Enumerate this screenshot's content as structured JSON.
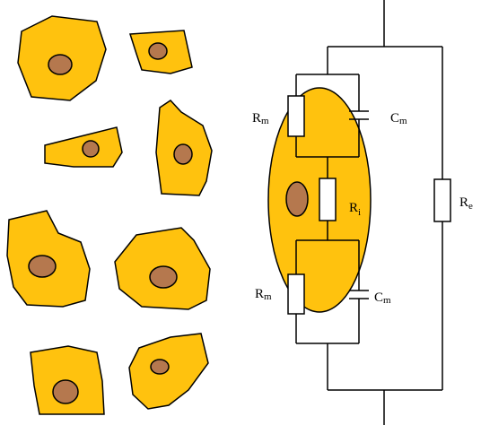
{
  "colors": {
    "cell_fill": "#FFC20E",
    "nucleus_fill": "#B5784E",
    "outline": "#000000",
    "background": "#FFFFFF"
  },
  "cells": {
    "count": 8
  },
  "circuit": {
    "membrane_resistance_top": {
      "main": "R",
      "sub": "m"
    },
    "membrane_capacitance_top": {
      "main": "C",
      "sub": "m"
    },
    "intracellular_resistance": {
      "main": "R",
      "sub": "i"
    },
    "extracellular_resistance": {
      "main": "R",
      "sub": "e"
    },
    "membrane_resistance_bottom": {
      "main": "R",
      "sub": "m"
    },
    "membrane_capacitance_bottom": {
      "main": "C",
      "sub": "m"
    }
  }
}
